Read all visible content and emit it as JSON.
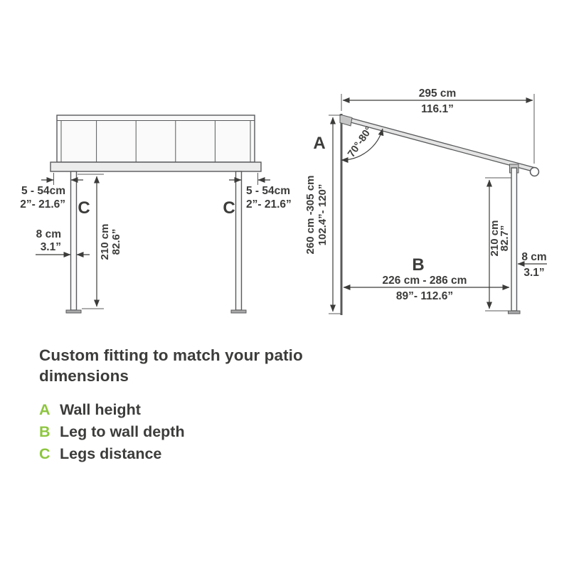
{
  "colors": {
    "accent": "#8dc63f",
    "text": "#3c3c3b",
    "line": "#58595b"
  },
  "front_view": {
    "range_left": {
      "l1": "5 - 54cm",
      "l2": "2”- 21.6”"
    },
    "range_right": {
      "l1": "5 - 54cm",
      "l2": "2”- 21.6”"
    },
    "label_c_left": "C",
    "label_c_right": "C",
    "height": {
      "l1": "210 cm",
      "l2": "82.6”"
    },
    "leg_width": {
      "l1": "8 cm",
      "l2": "3.1”"
    }
  },
  "side_view": {
    "width_top": {
      "l1": "295 cm",
      "l2": "116.1”"
    },
    "label_a": "A",
    "angle": "70°-80°",
    "wall_height": {
      "l1": "260 cm -305 cm",
      "l2": "102.4”- 120”"
    },
    "leg_height": {
      "l1": "210 cm",
      "l2": "82.7”"
    },
    "leg_width": {
      "l1": "8 cm",
      "l2": "3.1”"
    },
    "label_b": "B",
    "depth": {
      "l1": "226 cm - 286 cm",
      "l2": "89”- 112.6”"
    }
  },
  "legend": {
    "title": "Custom fitting to match your patio dimensions",
    "items": [
      {
        "key": "A",
        "label": "Wall height"
      },
      {
        "key": "B",
        "label": "Leg to wall depth"
      },
      {
        "key": "C",
        "label": "Legs distance"
      }
    ]
  }
}
